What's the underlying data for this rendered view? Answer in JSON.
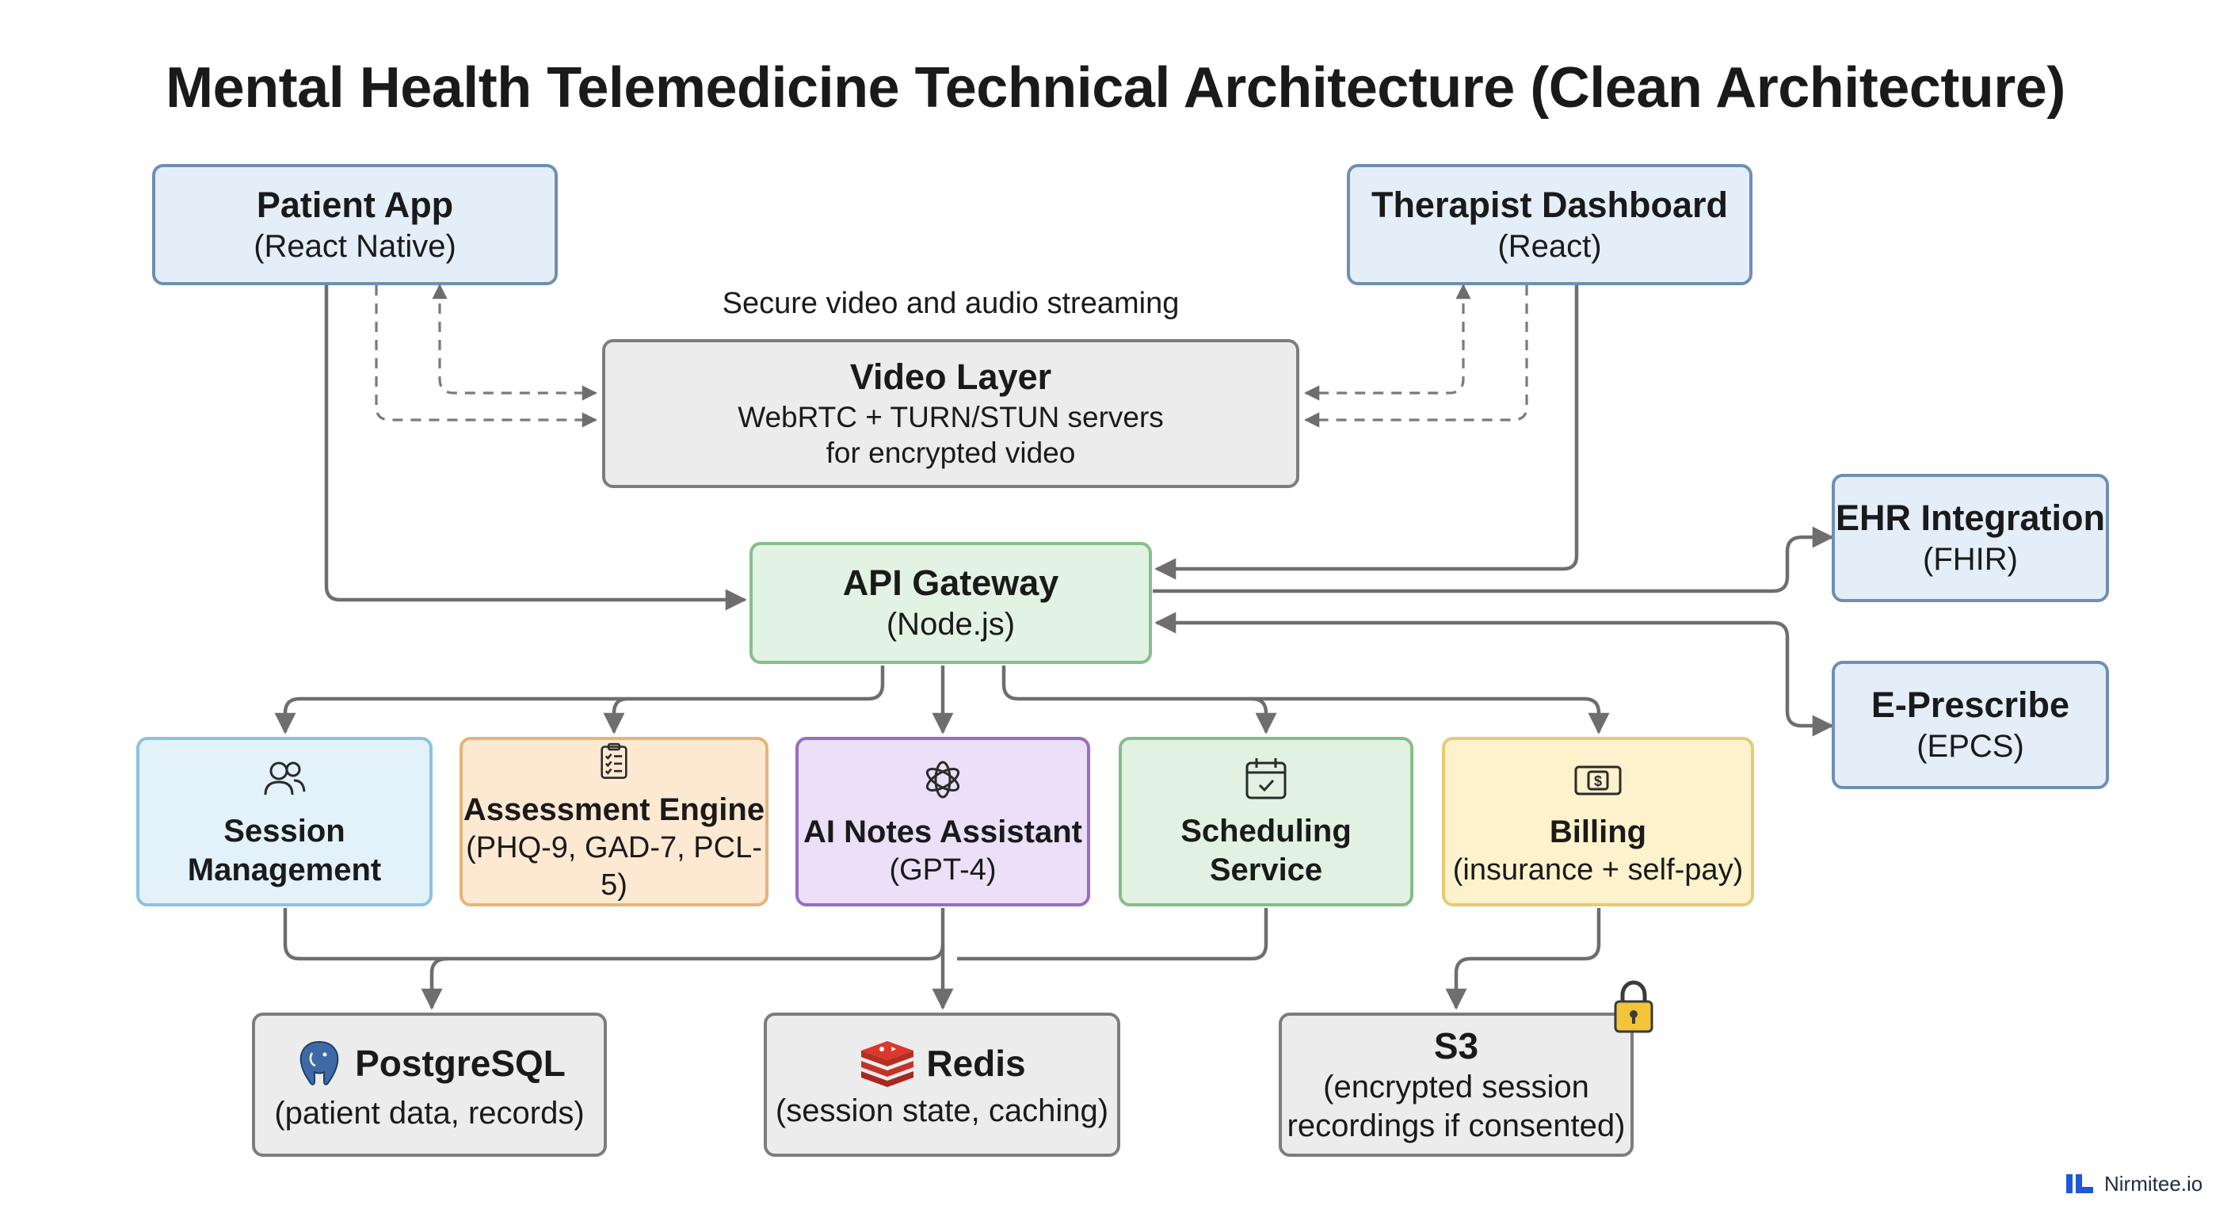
{
  "title": "Mental Health Telemedicine Technical Architecture (Clean Architecture)",
  "video_caption": "Secure video and audio streaming",
  "clients": {
    "patient_app": {
      "title": "Patient App",
      "sub": "(React Native)"
    },
    "therapist_dashboard": {
      "title": "Therapist Dashboard",
      "sub": "(React)"
    }
  },
  "video_layer": {
    "title": "Video Layer",
    "line1": "WebRTC + TURN/STUN servers",
    "line2": "for encrypted video"
  },
  "api_gateway": {
    "title": "API Gateway",
    "sub": "(Node.js)"
  },
  "external": {
    "ehr": {
      "title": "EHR Integration",
      "sub": "(FHIR)"
    },
    "eprescribe": {
      "title": "E-Prescribe",
      "sub": "(EPCS)"
    }
  },
  "services": {
    "session": {
      "line1": "Session",
      "line2": "Management",
      "icon": "users-icon"
    },
    "assessment": {
      "title": "Assessment Engine",
      "sub": "(PHQ-9, GAD-7, PCL-5)",
      "icon": "clipboard-checklist-icon"
    },
    "ai_notes": {
      "title": "AI Notes Assistant",
      "sub": "(GPT-4)",
      "icon": "openai-knot-icon"
    },
    "scheduling": {
      "line1": "Scheduling",
      "line2": "Service",
      "icon": "calendar-check-icon"
    },
    "billing": {
      "title": "Billing",
      "sub": "(insurance + self-pay)",
      "icon": "dollar-bill-icon"
    }
  },
  "storage": {
    "postgres": {
      "title": "PostgreSQL",
      "sub": "(patient data, records)",
      "icon": "elephant-icon"
    },
    "redis": {
      "title": "Redis",
      "sub": "(session state, caching)",
      "icon": "redis-stack-icon"
    },
    "s3": {
      "title": "S3",
      "line1": "(encrypted session",
      "line2": "recordings if consented)",
      "icon": "padlock-icon"
    }
  },
  "branding": {
    "name": "Nirmitee.io"
  },
  "colors": {
    "client_fill": "#e4eef9",
    "video_fill": "#ececec",
    "gateway_fill": "#e2f3e3",
    "session_fill": "#e2f1fa",
    "assessment_fill": "#fde9d2",
    "ai_fill": "#ecdff8",
    "scheduling_fill": "#e2f2e2",
    "billing_fill": "#fdf2cc",
    "connector": "#6e6e6e"
  }
}
